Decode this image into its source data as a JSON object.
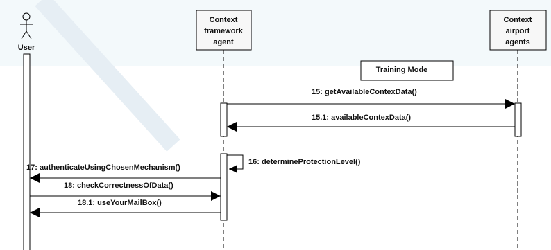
{
  "participants": {
    "user": "User",
    "framework": [
      "Context",
      "framework",
      "agent"
    ],
    "airport": [
      "Context",
      "airport",
      "agents"
    ]
  },
  "frame_label": "Training Mode",
  "messages": [
    "15: getAvailableContexData()",
    "15.1: availableContexData()",
    "16: determineProtectionLevel()",
    "17: authenticateUsingChosenMechanism()",
    "18: checkCorrectnessOfData()",
    "18.1: useYourMailBox()"
  ],
  "colors": {
    "background": "#ffffff",
    "top_band": "#f3f9fb",
    "line": "#000000",
    "watermark": "#e6eef4"
  }
}
